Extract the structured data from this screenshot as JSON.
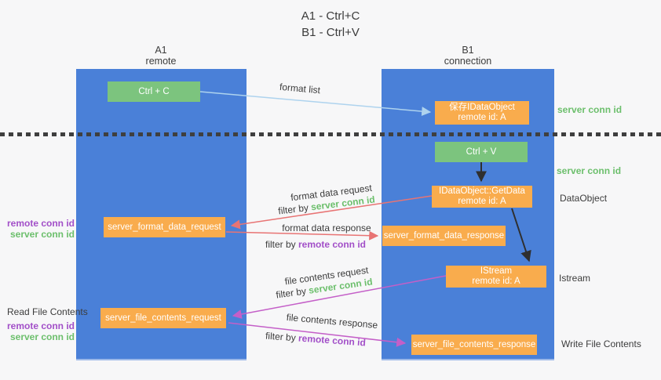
{
  "title": {
    "line1": "A1 - Ctrl+C",
    "line2": "B1 - Ctrl+V"
  },
  "lanes": {
    "left": {
      "name": "A1",
      "role": "remote"
    },
    "right": {
      "name": "B1",
      "role": "connection"
    }
  },
  "nodes": {
    "ctrl_c": "Ctrl + C",
    "save_idataobject": {
      "line1": "保存IDataObject",
      "line2": "remote id: A"
    },
    "ctrl_v": "Ctrl + V",
    "getdata": {
      "line1": "IDataObject::GetData",
      "line2": "remote id: A"
    },
    "format_request": "server_format_data_request",
    "format_response": "server_format_data_response",
    "istream": {
      "line1": "IStream",
      "line2": "remote id: A"
    },
    "file_request": "server_file_contents_request",
    "file_response": "server_file_contents_response"
  },
  "edge_labels": {
    "format_list": "format list",
    "format_data_request": "format data request",
    "format_data_response": "format data response",
    "file_contents_request": "file contents request",
    "file_contents_response": "file contents response",
    "filter_by": "filter by ",
    "server_conn_id": "server conn id",
    "remote_conn_id": "remote conn id"
  },
  "side_labels": {
    "server_conn_id_top": "server conn id",
    "server_conn_id_mid": "server conn id",
    "dataobject": "DataObject",
    "istream": "Istream",
    "write_file_contents": "Write File Contents",
    "read_file_contents": "Read File Contents",
    "remote_conn_id": "remote conn id",
    "server_conn_id": "server conn id"
  },
  "colors": {
    "lane_blue": "#4a80d8",
    "node_orange": "#f9ac4d",
    "node_green": "#7cc47e",
    "arrow_light_blue": "#aed3ee",
    "arrow_red": "#e87474",
    "arrow_magenta": "#c45fc8",
    "arrow_black": "#2f2f2f",
    "text_green": "#6cbf6c",
    "text_purple": "#a24fc8",
    "separator": "#3f3f3f"
  }
}
